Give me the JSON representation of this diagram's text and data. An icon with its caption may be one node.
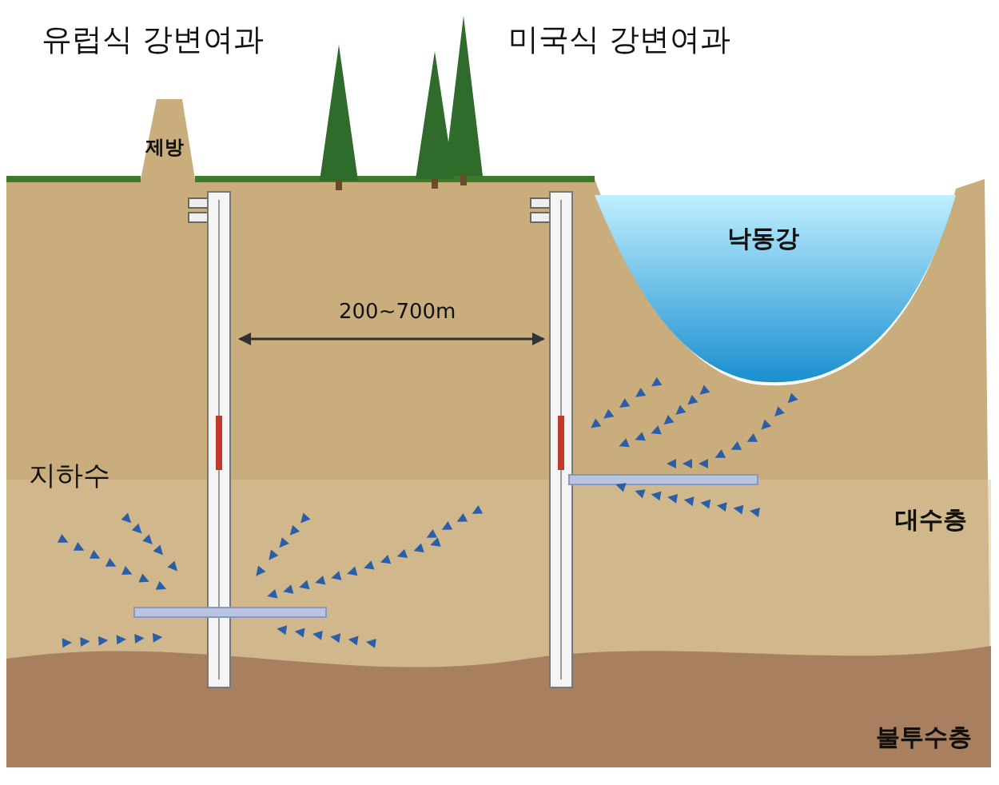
{
  "diagram": {
    "labels": [
      "유럽식 강변여과",
      "미국식 강변여과",
      "제방",
      "낙동강",
      "200~700m",
      "지하수",
      "대수층",
      "불투수층"
    ]
  }
}
